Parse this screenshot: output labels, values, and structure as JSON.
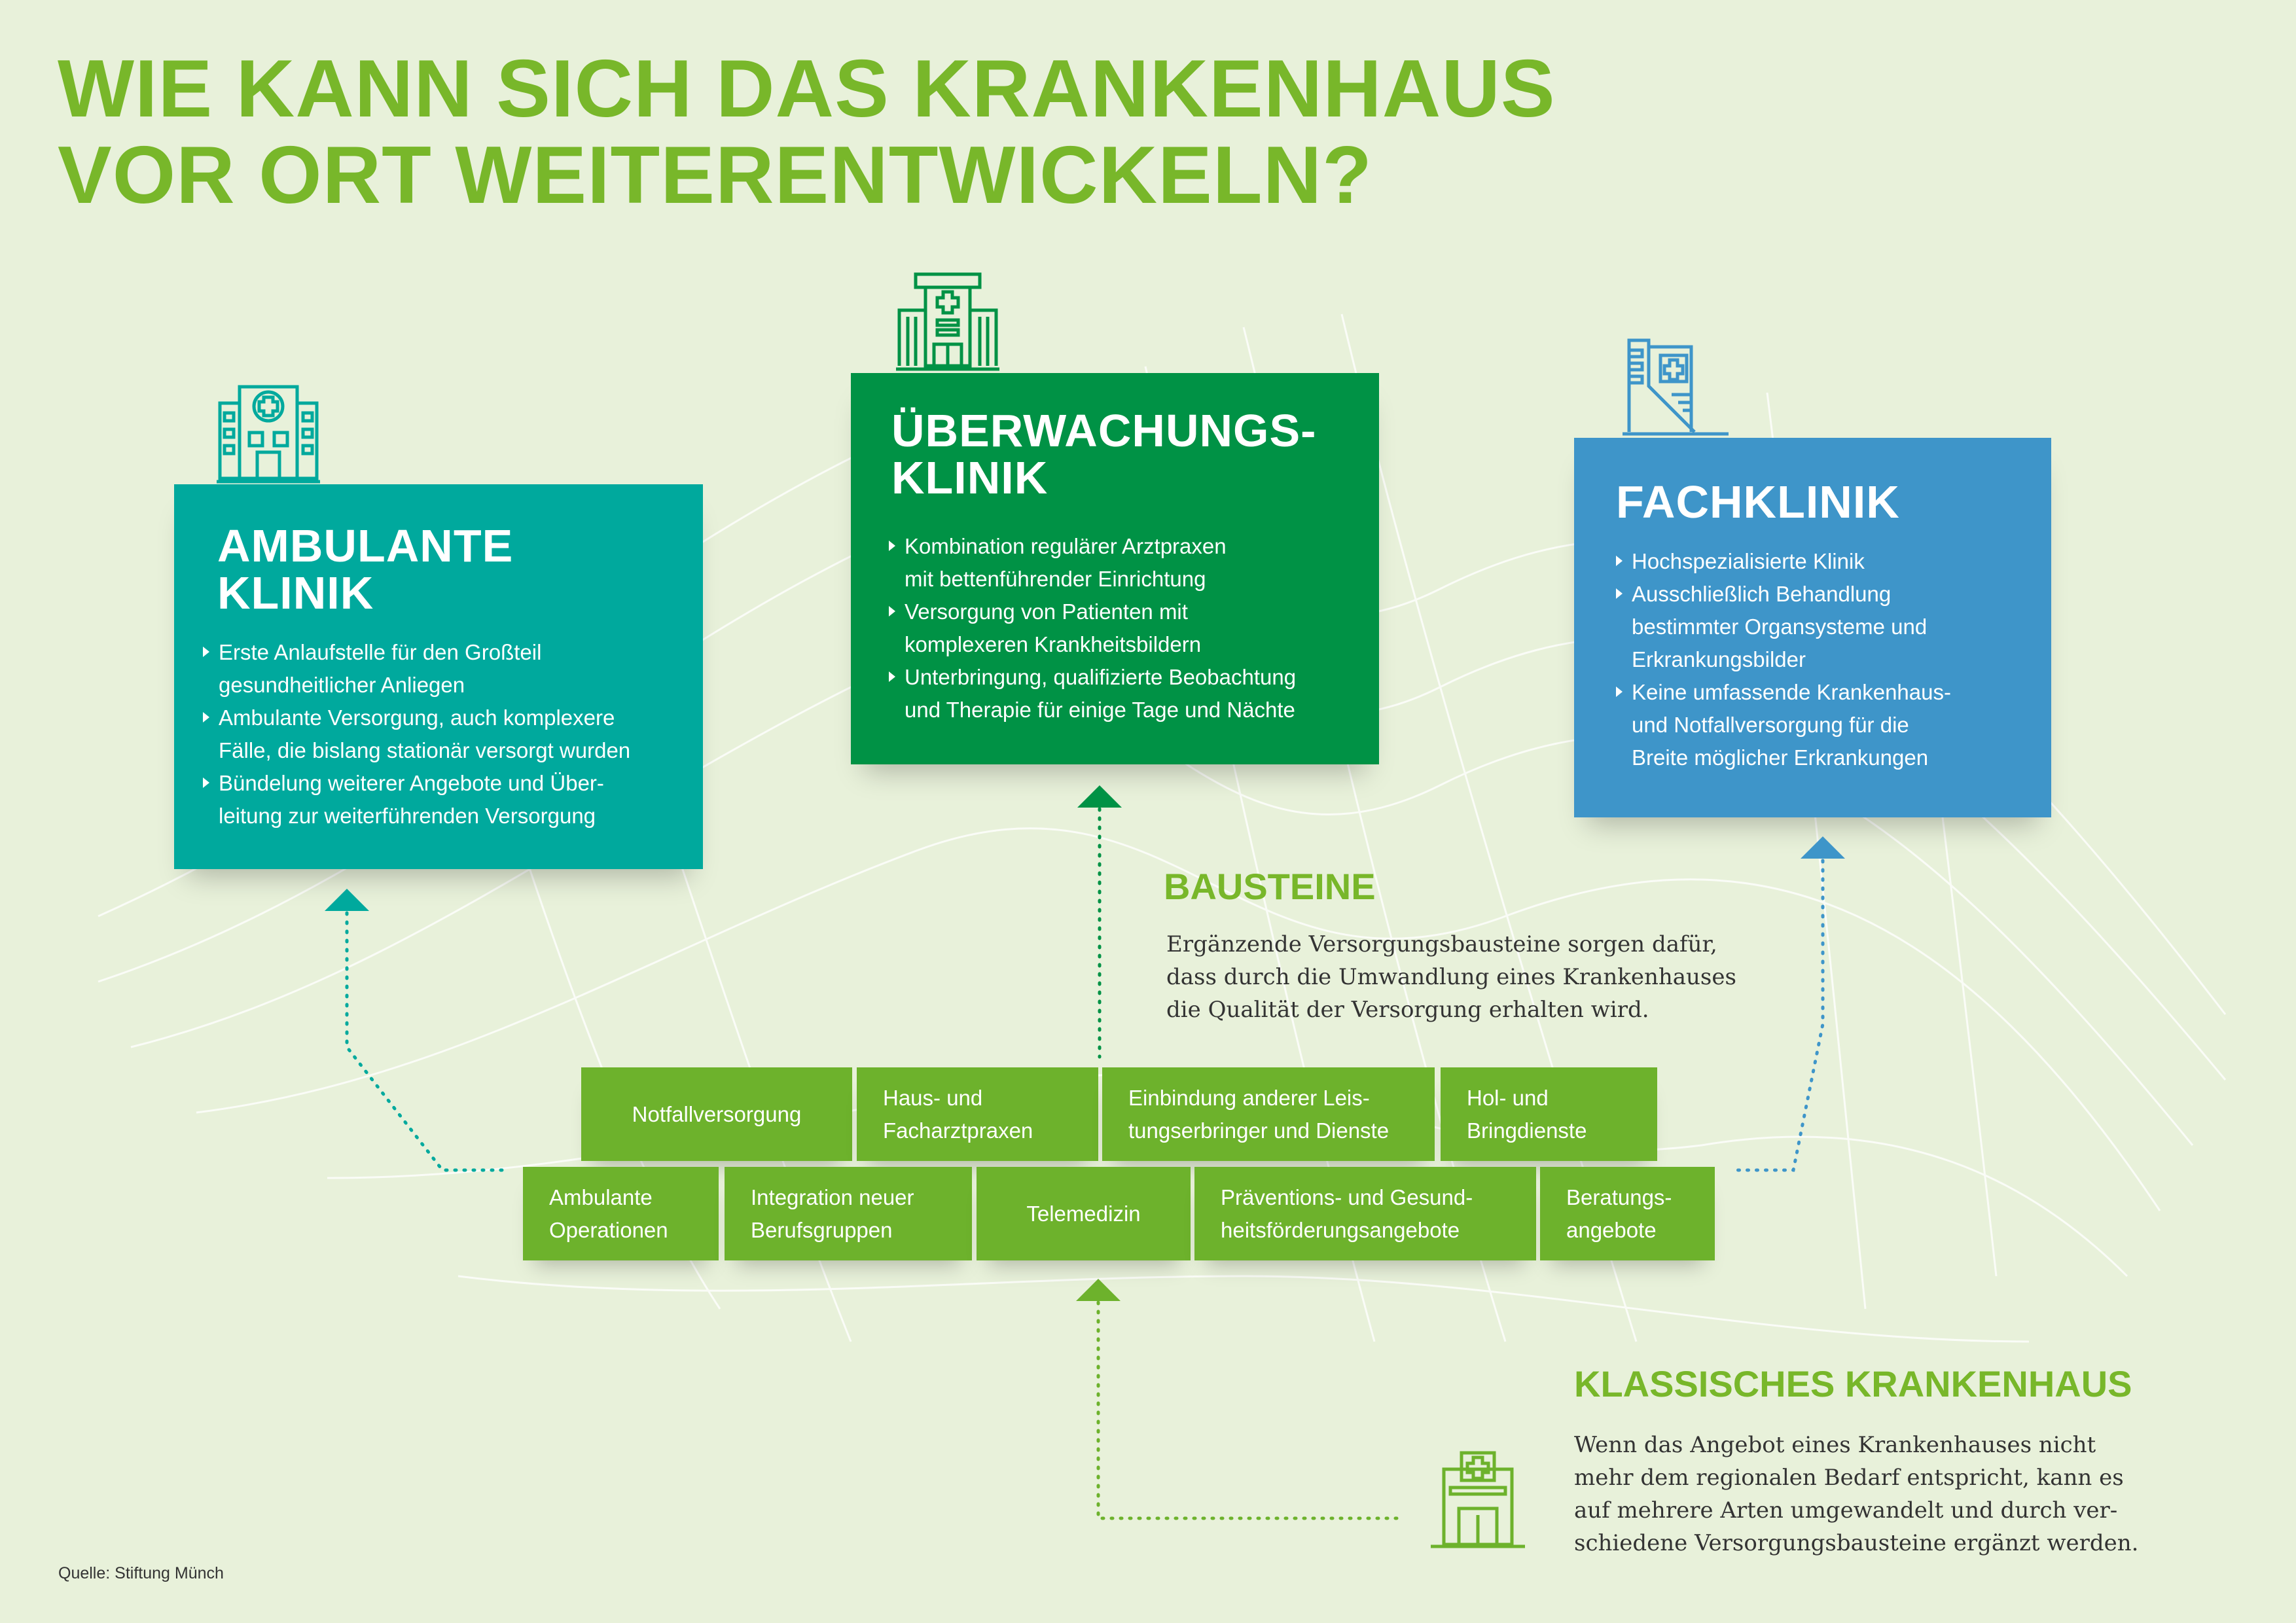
{
  "title": [
    "WIE KANN SICH DAS KRANKENHAUS",
    "VOR ORT WEITERENTWICKELN?"
  ],
  "cards": {
    "ambulant": {
      "title": [
        "AMBULANTE",
        "KLINIK"
      ],
      "color": "#00a99d",
      "bullets": [
        [
          "Erste Anlaufstelle für den Großteil",
          "gesundheitlicher Anliegen"
        ],
        [
          "Ambulante Versorgung, auch komplexere",
          "Fälle, die bislang stationär versorgt wurden"
        ],
        [
          "Bündelung weiterer Angebote und Über-",
          "leitung zur weiterführenden Versorgung"
        ]
      ]
    },
    "ueberwachung": {
      "title": [
        "ÜBERWACHUNGS-",
        "KLINIK"
      ],
      "color": "#009245",
      "bullets": [
        [
          "Kombination regulärer Arztpraxen",
          "mit bettenführender Einrichtung"
        ],
        [
          "Versorgung von Patienten mit",
          "komplexeren Krankheitsbildern"
        ],
        [
          "Unterbringung, qualifizierte Beobachtung",
          "und Therapie für einige Tage und Nächte"
        ]
      ]
    },
    "fach": {
      "title": [
        "FACHKLINIK"
      ],
      "color": "#3e95c9",
      "bullets": [
        [
          "Hochspezialisierte Klinik"
        ],
        [
          "Ausschließlich Behandlung",
          "bestimmter Organsysteme und",
          "Erkrankungsbilder"
        ],
        [
          "Keine umfassende Krankenhaus-",
          "und Notfallversorgung für die",
          "Breite möglicher Erkrankungen"
        ]
      ]
    }
  },
  "bausteine": {
    "heading": "BAUSTEINE",
    "text": [
      "Ergänzende Versorgungsbausteine sorgen dafür,",
      "dass durch die Umwandlung eines Krankenhauses",
      "die Qualität der Versorgung erhalten wird."
    ],
    "row1": [
      [
        "Notfallversorgung"
      ],
      [
        "Haus- und",
        "Facharztpraxen"
      ],
      [
        "Einbindung anderer Leis-",
        "tungserbringer und Dienste"
      ],
      [
        "Hol- und",
        "Bringdienste"
      ]
    ],
    "row2": [
      [
        "Ambulante",
        "Operationen"
      ],
      [
        "Integration neuer",
        "Berufsgruppen"
      ],
      [
        "Telemedizin"
      ],
      [
        "Präventions- und Gesund-",
        "heitsförderungsangebote"
      ],
      [
        "Beratungs-",
        "angebote"
      ]
    ]
  },
  "klassisch": {
    "heading": "KLASSISCHES KRANKENHAUS",
    "text": [
      "Wenn das Angebot eines Krankenhauses nicht",
      "mehr dem regionalen Bedarf entspricht, kann es",
      "auf mehrere Arten umgewandelt und durch ver-",
      "schiedene Versorgungsbausteine ergänzt werden."
    ]
  },
  "source": "Quelle: Stiftung Münch",
  "colors": {
    "title": "#78b72a",
    "block": "#6db22c",
    "background": "#e8f1da"
  }
}
